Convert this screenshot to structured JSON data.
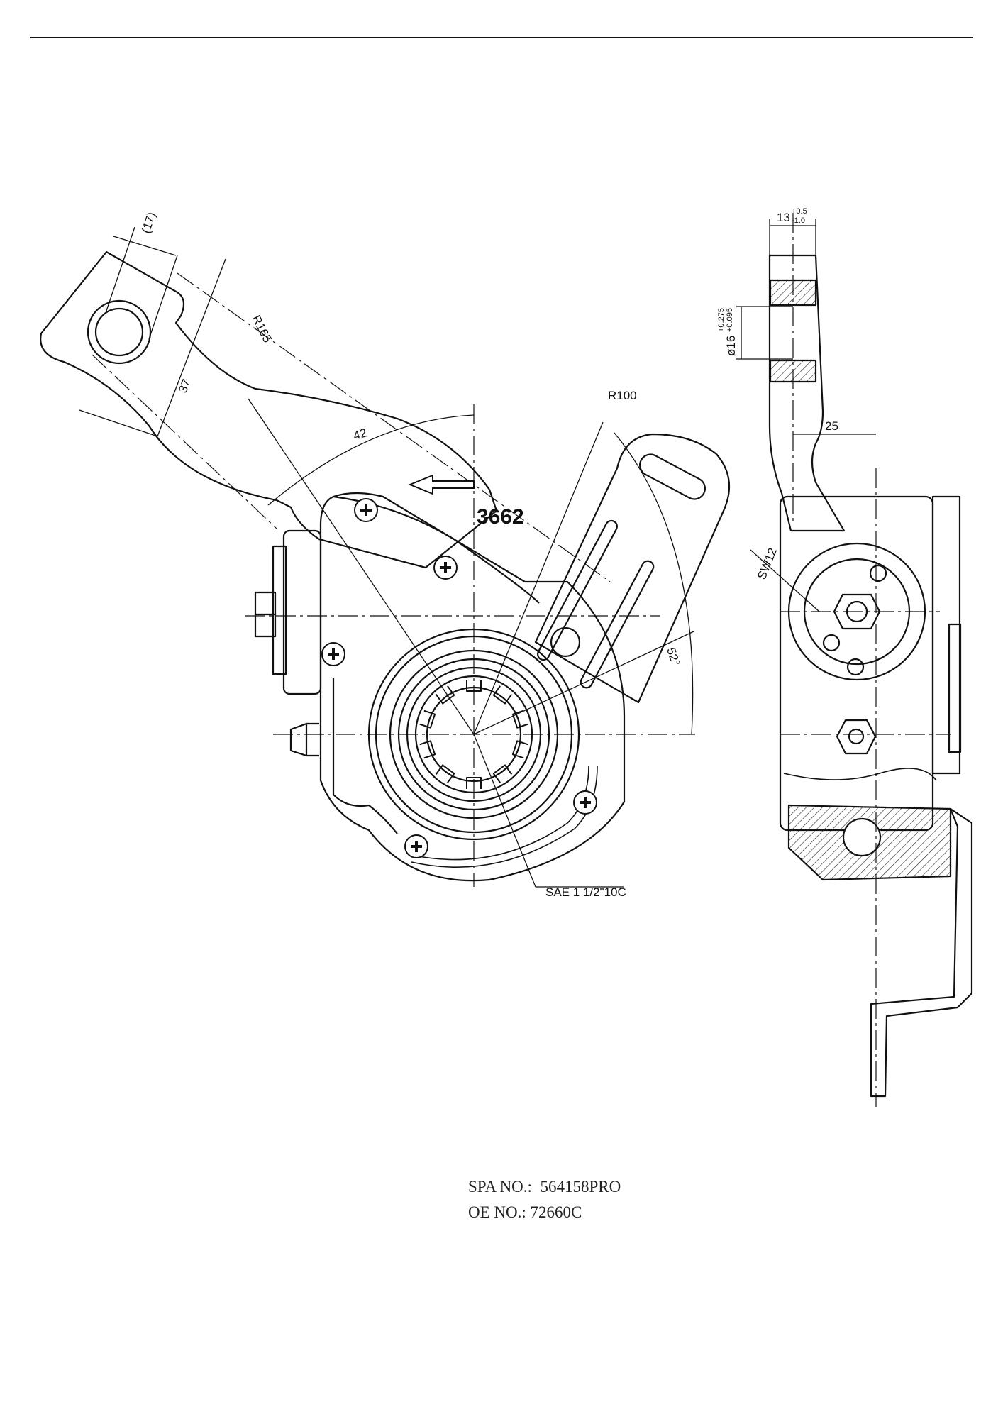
{
  "drawing": {
    "part_number": "3662",
    "dimensions": {
      "d17": "(17)",
      "r165": "R165",
      "d37": "37",
      "d42": "42",
      "r100": "R100",
      "a52": "52°",
      "spline": "SAE 1 1/2\"10C",
      "w13": "13",
      "w13_tol_upper": "+0.5",
      "w13_tol_lower": "-1.0",
      "dia16": "ø16",
      "dia16_tol_upper": "+0.275",
      "dia16_tol_lower": "+0.095",
      "d25": "25",
      "sw12": "SW12"
    }
  },
  "footer": {
    "spa_label": "SPA NO.:",
    "spa_value": "564158PRO",
    "oe_label": "OE NO.:",
    "oe_value": "72660C"
  }
}
